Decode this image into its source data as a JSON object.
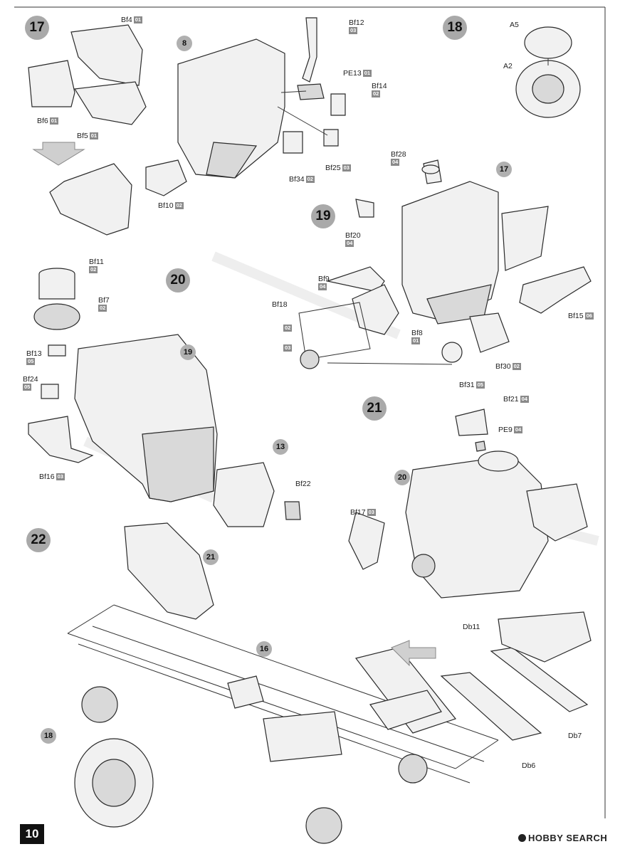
{
  "page_number": "10",
  "watermark": "HOBBY SEARCH",
  "steps": [
    {
      "id": "s17",
      "label": "17"
    },
    {
      "id": "s18",
      "label": "18"
    },
    {
      "id": "s19",
      "label": "19"
    },
    {
      "id": "s20",
      "label": "20"
    },
    {
      "id": "s21",
      "label": "21"
    },
    {
      "id": "s22",
      "label": "22"
    }
  ],
  "refs": {
    "r8": "8",
    "r17": "17",
    "r19": "19",
    "r13": "13",
    "r20": "20",
    "r21": "21",
    "r16": "16",
    "r18": "18"
  },
  "parts": {
    "bf4": {
      "name": "Bf4",
      "sprue": "01"
    },
    "bf6": {
      "name": "Bf6",
      "sprue": "01"
    },
    "bf5": {
      "name": "Bf5",
      "sprue": "01"
    },
    "bf12": {
      "name": "Bf12",
      "sprue": "03"
    },
    "pe13": {
      "name": "PE13",
      "sprue": "01"
    },
    "bf14": {
      "name": "Bf14",
      "sprue": "02"
    },
    "bf25": {
      "name": "Bf25",
      "sprue": "03"
    },
    "bf34": {
      "name": "Bf34",
      "sprue": "02"
    },
    "bf10": {
      "name": "Bf10",
      "sprue": "02"
    },
    "a5": {
      "name": "A5"
    },
    "a2": {
      "name": "A2"
    },
    "bf28": {
      "name": "Bf28",
      "sprue": "04"
    },
    "bf20": {
      "name": "Bf20",
      "sprue": "04"
    },
    "bf9": {
      "name": "Bf9",
      "sprue": "04"
    },
    "bf18": {
      "name": "Bf18"
    },
    "b02": {
      "sprue": "02"
    },
    "b03": {
      "sprue": "03"
    },
    "bf8": {
      "name": "Bf8",
      "sprue": "01"
    },
    "bf15": {
      "name": "Bf15",
      "sprue": "06"
    },
    "bf30": {
      "name": "Bf30",
      "sprue": "02"
    },
    "bf31": {
      "name": "Bf31",
      "sprue": "05"
    },
    "bf11": {
      "name": "Bf11",
      "sprue": "02"
    },
    "bf7": {
      "name": "Bf7",
      "sprue": "02"
    },
    "bf13": {
      "name": "Bf13",
      "sprue": "05"
    },
    "bf24": {
      "name": "Bf24",
      "sprue": "05"
    },
    "bf16": {
      "name": "Bf16",
      "sprue": "03"
    },
    "bf22": {
      "name": "Bf22"
    },
    "bf21": {
      "name": "Bf21",
      "sprue": "04"
    },
    "pe9": {
      "name": "PE9",
      "sprue": "04"
    },
    "bf17": {
      "name": "Bf17",
      "sprue": "03"
    },
    "db11": {
      "name": "Db11"
    },
    "db7": {
      "name": "Db7"
    },
    "db6": {
      "name": "Db6"
    }
  },
  "colors": {
    "step_circle": "#a9a9a9",
    "sprue_badge": "#8a8a8a",
    "page_tab": "#111111"
  }
}
